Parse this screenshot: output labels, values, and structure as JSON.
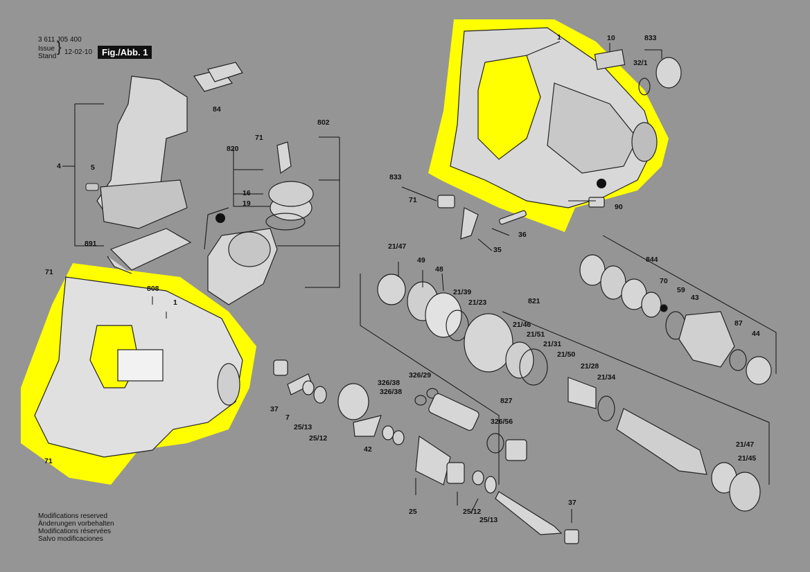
{
  "header": {
    "doc_number": "3 611 J05 400",
    "issue_label_1": "Issue",
    "issue_label_2": "Stand",
    "issue_date": "12-02-10",
    "figure": "Fig./Abb. 1"
  },
  "notes": [
    "Modifications reserved",
    "Änderungen vorbehalten",
    "Modifications réservées",
    "Salvo modificaciones"
  ],
  "colors": {
    "background": "#959595",
    "highlight": "#ffff00",
    "part_fill": "#d6d6d6",
    "ink": "#111111"
  },
  "labels": {
    "l1a": "1",
    "l10": "10",
    "l833a": "833",
    "l32_1": "32/1",
    "l84": "84",
    "l4": "4",
    "l5": "5",
    "l891": "891",
    "l71a": "71",
    "l820": "820",
    "l802": "802",
    "l16": "16",
    "l19": "19",
    "l833b": "833",
    "l71b": "71",
    "l36": "36",
    "l35": "35",
    "l90": "90",
    "l71c": "71",
    "l808": "808",
    "l1b": "1",
    "l71d": "71",
    "l21_47a": "21/47",
    "l49": "49",
    "l48": "48",
    "l21_39": "21/39",
    "l21_23": "21/23",
    "l821": "821",
    "l21_46": "21/46",
    "l21_51": "21/51",
    "l21_31": "21/31",
    "l21_50": "21/50",
    "l21_28": "21/28",
    "l21_34": "21/34",
    "l844": "844",
    "l70": "70",
    "l59": "59",
    "l43": "43",
    "l87": "87",
    "l44": "44",
    "l37a": "37",
    "l7": "7",
    "l25_13a": "25/13",
    "l25_12a": "25/12",
    "l42": "42",
    "l326_29": "326/29",
    "l326_38a": "326/38",
    "l326_38b": "326/38",
    "l827": "827",
    "l326_56": "326/56",
    "l25": "25",
    "l25_12b": "25/12",
    "l25_13b": "25/13",
    "l37b": "37",
    "l21_47b": "21/47",
    "l21_45": "21/45"
  }
}
